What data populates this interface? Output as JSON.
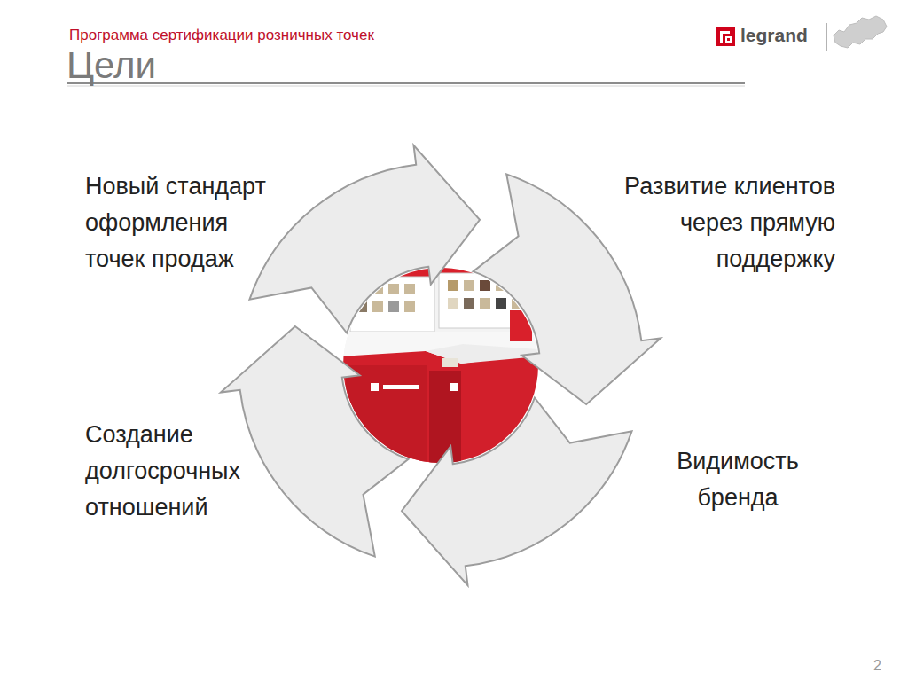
{
  "diagram": {
    "title": "Цели",
    "labels": [
      "Программа сертификации розничных точек",
      "Новый стандарт оформления точек продаж",
      "Развитие клиентов через прямую поддержку",
      "Создание долгосрочных отношений",
      "Видимость бренда",
      "legrand",
      "2"
    ]
  }
}
